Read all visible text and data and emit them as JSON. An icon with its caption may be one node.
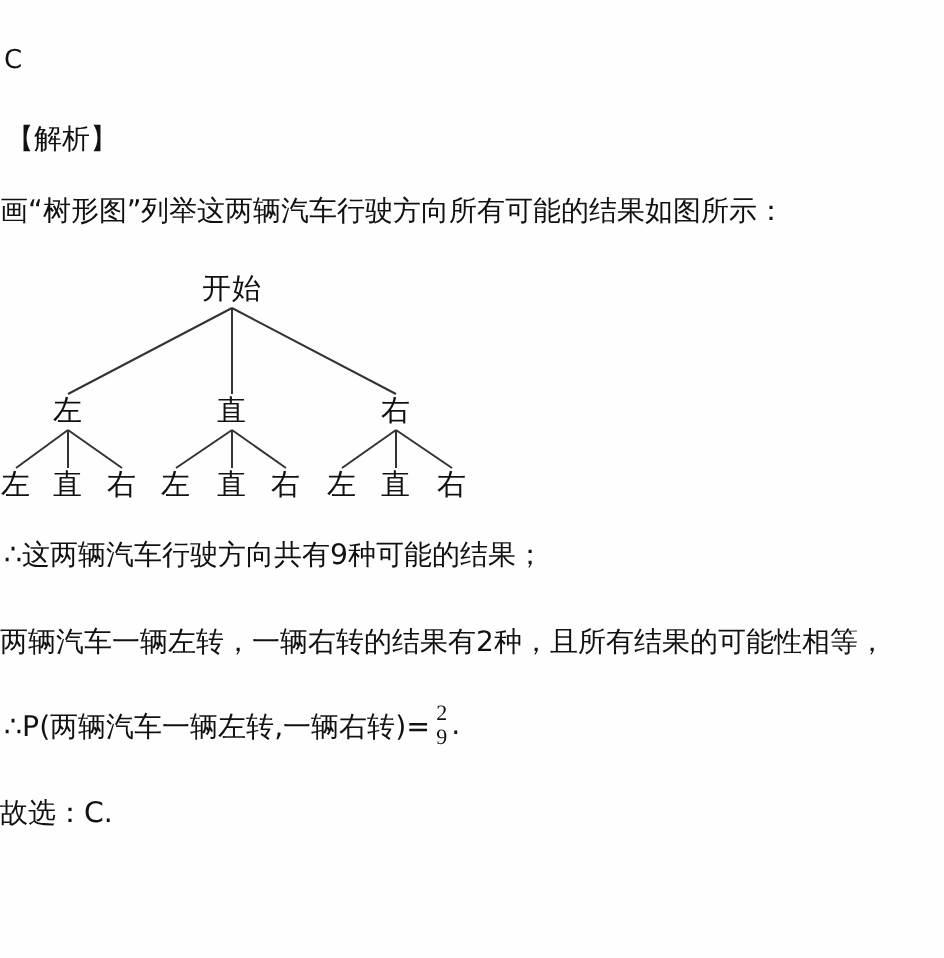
{
  "diagram": {
    "nodes": [
      {
        "text": [
          "开始"
        ]
      },
      {
        "text": [
          "左"
        ]
      },
      {
        "text": [
          "直"
        ]
      },
      {
        "text": [
          "右"
        ]
      },
      {
        "text": [
          "左"
        ]
      },
      {
        "text": [
          "直"
        ]
      },
      {
        "text": [
          "右"
        ]
      },
      {
        "text": [
          "左"
        ]
      },
      {
        "text": [
          "直"
        ]
      },
      {
        "text": [
          "右"
        ]
      },
      {
        "text": [
          "左"
        ]
      },
      {
        "text": [
          "直"
        ]
      },
      {
        "text": [
          "右"
        ]
      }
    ],
    "edges": [
      {
        "from": 0,
        "to": 1,
        "arrow": "none"
      },
      {
        "from": 0,
        "to": 2,
        "arrow": "none"
      },
      {
        "from": 0,
        "to": 3,
        "arrow": "none"
      },
      {
        "from": 1,
        "to": 4,
        "arrow": "none"
      },
      {
        "from": 1,
        "to": 5,
        "arrow": "none"
      },
      {
        "from": 1,
        "to": 6,
        "arrow": "none"
      },
      {
        "from": 2,
        "to": 7,
        "arrow": "none"
      },
      {
        "from": 2,
        "to": 8,
        "arrow": "none"
      },
      {
        "from": 2,
        "to": 9,
        "arrow": "none"
      },
      {
        "from": 3,
        "to": 10,
        "arrow": "none"
      },
      {
        "from": 3,
        "to": 11,
        "arrow": "none"
      },
      {
        "from": 3,
        "to": 12,
        "arrow": "none"
      }
    ],
    "labels": [
      "C",
      "【解析】",
      "画“树形图”列举这两辆汽车行驶方向所有可能的结果如图所示：",
      "∴这两辆汽车行驶方向共有9种可能的结果；",
      "两辆汽车一辆左转，一辆右转的结果有2种，且所有结果的可能性相等，",
      "∴P(两辆汽车一辆左转,一辆右转)=",
      "2",
      "9",
      ".",
      "故选：C."
    ]
  }
}
